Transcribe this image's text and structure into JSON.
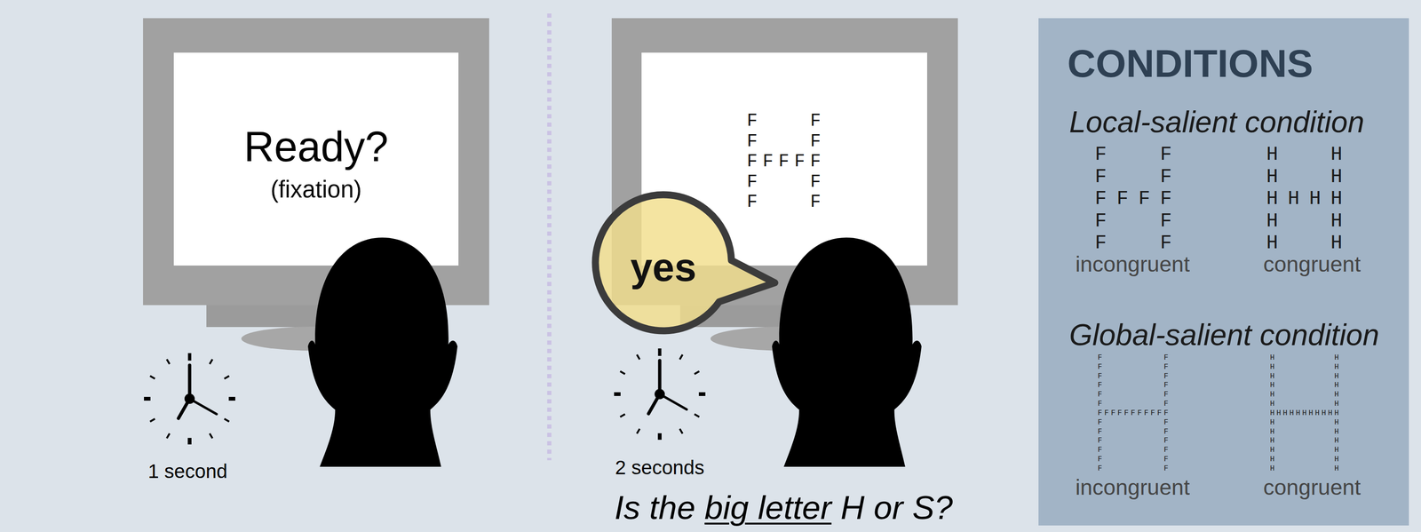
{
  "diagram": {
    "nodes": [
      {
        "text": [
          "Ready?",
          "(fixation)"
        ]
      },
      {
        "text": [
          "yes"
        ]
      },
      {
        "text": [
          "CONDITIONS",
          "Local-salient condition",
          "Global-salient condition"
        ]
      }
    ],
    "labels": [
      "1 second",
      "2 seconds",
      "Is the big letter H or S?",
      "F   F",
      "F   F",
      "FFFFF",
      "F   F",
      "F   F",
      "F  F",
      "F  F",
      "FFFF",
      "F  F",
      "F  F",
      "incongruent",
      "H  H",
      "H  H",
      "HHHH",
      "H  H",
      "H  H",
      "congruent",
      "F         F",
      "F         F",
      "F         F",
      "F         F",
      "F         F",
      "F         F",
      "FFFFFFFFFFF",
      "F         F",
      "F         F",
      "F         F",
      "F         F",
      "F         F",
      "F         F",
      "incongruent",
      "H         H",
      "H         H",
      "H         H",
      "H         H",
      "H         H",
      "H         H",
      "HHHHHHHHHHH",
      "H         H",
      "H         H",
      "H         H",
      "H         H",
      "H         H",
      "H         H",
      "congruent"
    ]
  }
}
